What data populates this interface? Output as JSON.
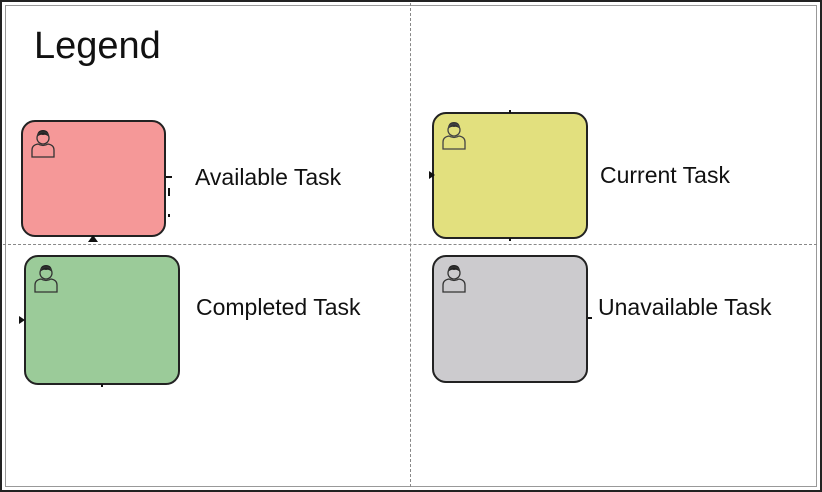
{
  "legend": {
    "title": "Legend",
    "tasks": [
      {
        "label": "Available Task",
        "color": "#f59898",
        "icon": "user-icon"
      },
      {
        "label": "Current Task",
        "color": "#e2e07e",
        "icon": "user-icon"
      },
      {
        "label": "Completed Task",
        "color": "#9bcb99",
        "icon": "user-icon"
      },
      {
        "label": "Unavailable Task",
        "color": "#cccbce",
        "icon": "user-icon"
      }
    ]
  }
}
